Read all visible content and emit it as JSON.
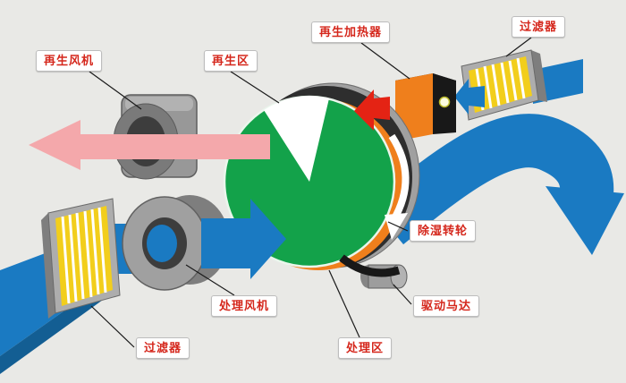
{
  "diagram": {
    "title": "rotary-desiccant-dehumidifier-schematic",
    "colors": {
      "background": "#e9e9e6",
      "flow_blue": "#1a7ac2",
      "flow_blue_dark": "#135e93",
      "regen_pink": "#f4a8ab",
      "hot_red": "#e42314",
      "wheel_green": "#13a24a",
      "accent_orange": "#ef7f1c",
      "filter_yellow": "#f2ce1c",
      "label_red": "#d5271c"
    },
    "labels": [
      {
        "id": "regen-fan",
        "text": "再生风机"
      },
      {
        "id": "regen-zone",
        "text": "再生区"
      },
      {
        "id": "regen-heater",
        "text": "再生加热器"
      },
      {
        "id": "filter-top",
        "text": "过滤器"
      },
      {
        "id": "wheel",
        "text": "除湿转轮"
      },
      {
        "id": "drive-motor",
        "text": "驱动马达"
      },
      {
        "id": "process-zone",
        "text": "处理区"
      },
      {
        "id": "process-fan",
        "text": "处理风机"
      },
      {
        "id": "filter-bottom",
        "text": "过滤器"
      }
    ]
  }
}
